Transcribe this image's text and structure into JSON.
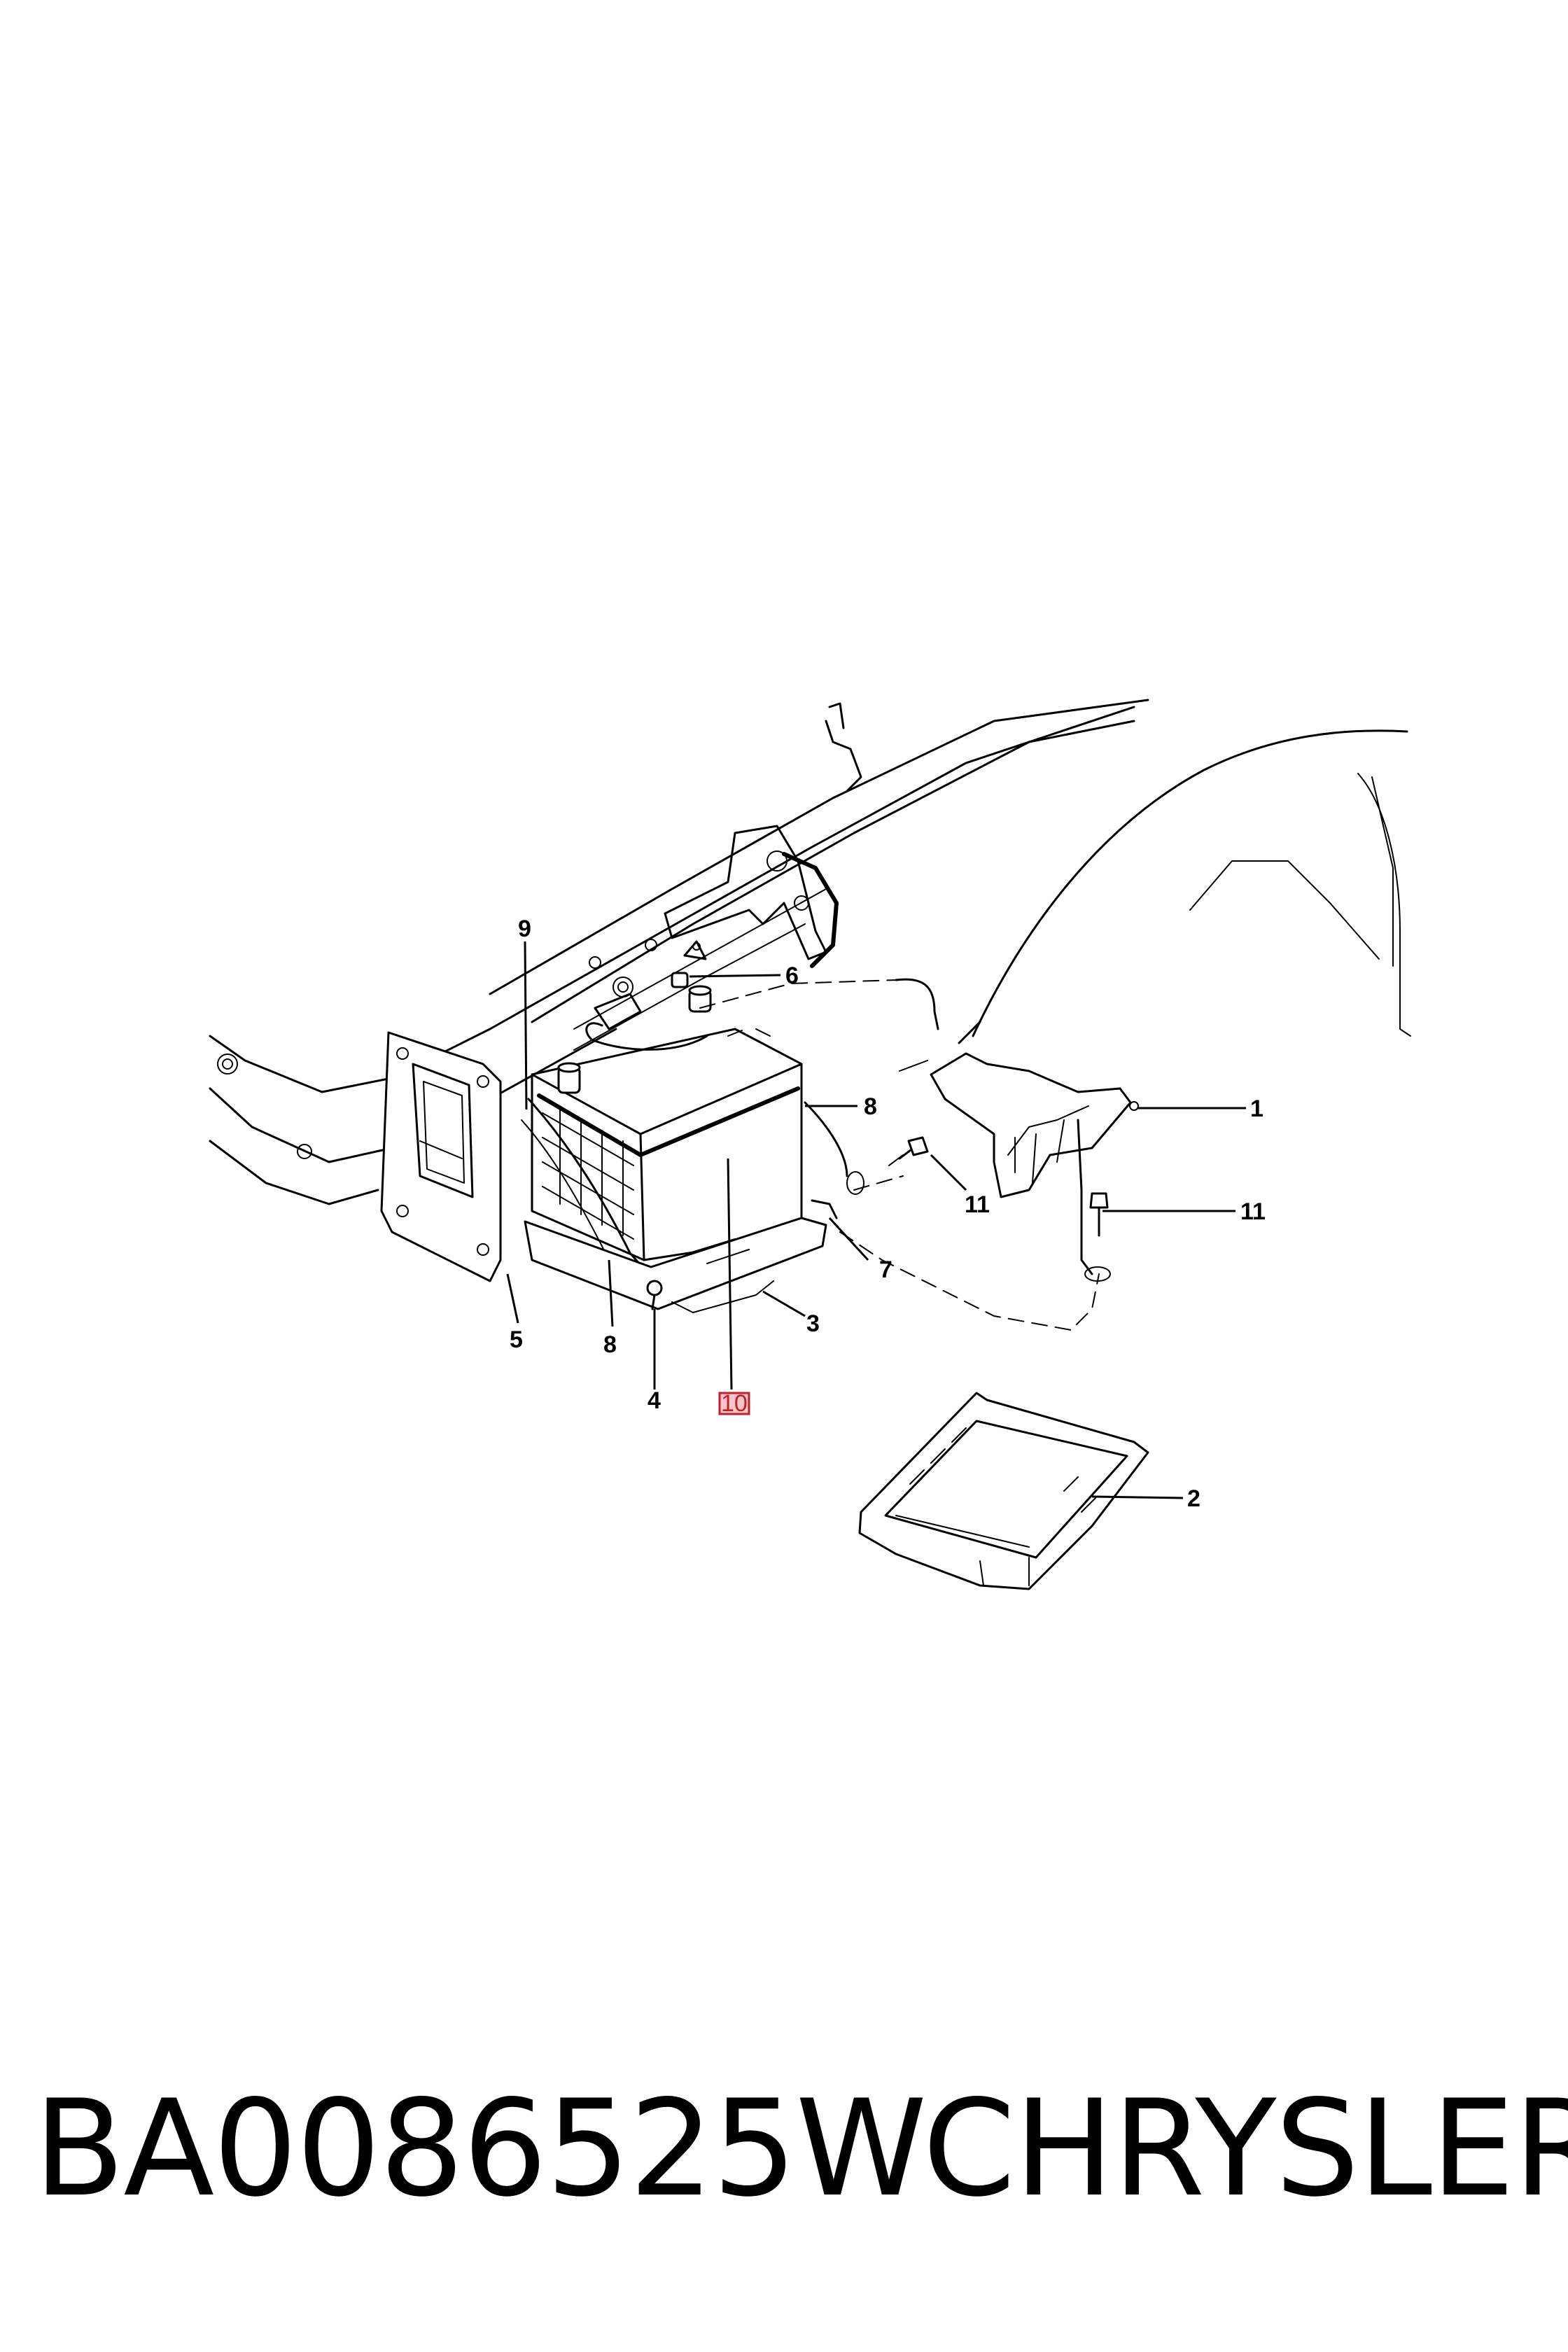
{
  "callouts": {
    "c1": "1",
    "c2": "2",
    "c3": "3",
    "c4": "4",
    "c5": "5",
    "c6": "6",
    "c7": "7",
    "c8a": "8",
    "c8b": "8",
    "c9": "9",
    "c10": "10",
    "c11a": "11",
    "c11b": "11"
  },
  "highlight_color": "#c0202a",
  "footer": {
    "part_number": "BA0086525W",
    "brand": "CHRYSLER"
  }
}
